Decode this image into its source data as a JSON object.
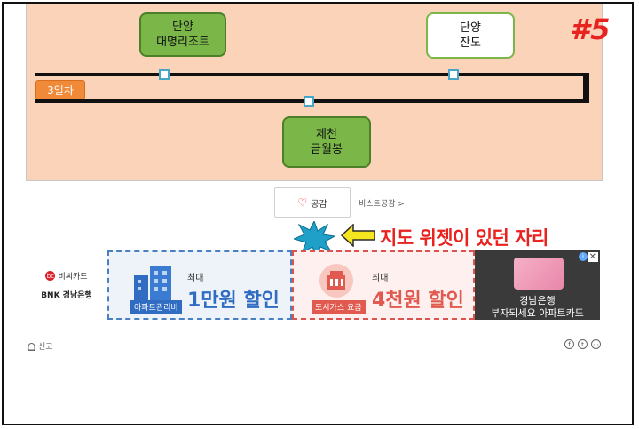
{
  "map": {
    "day_badge": "3일차",
    "stops": [
      {
        "line1": "단양",
        "line2": "대명리조트"
      },
      {
        "line1": "단양",
        "line2": "잔도"
      },
      {
        "line1": "제천",
        "line2": "금월봉"
      }
    ],
    "step_label": "#5"
  },
  "actions": {
    "like_label": "공감",
    "best_link": "비스트공감 >"
  },
  "annotation": {
    "note": "지도 위젯이 있던 자리"
  },
  "ad": {
    "brand_card": "비씨카드",
    "brand_bank": "BNK 경남은행",
    "offer1_small": "최대",
    "offer1_big": "1만원 할인",
    "offer1_tag": "아파트관리비",
    "offer2_small": "최대",
    "offer2_big": "4천원 할인",
    "offer2_tag": "도시가스 요금",
    "offer3_line1": "경남은행",
    "offer3_line2": "부자되세요 아파트카드",
    "close": "✕",
    "info": "i"
  },
  "footer": {
    "report": "신고"
  },
  "colors": {
    "map_bg": "#fbd3b8",
    "accent_red": "#e8231f",
    "bubble_green": "#7ab648",
    "node_blue": "#45a6c6"
  }
}
